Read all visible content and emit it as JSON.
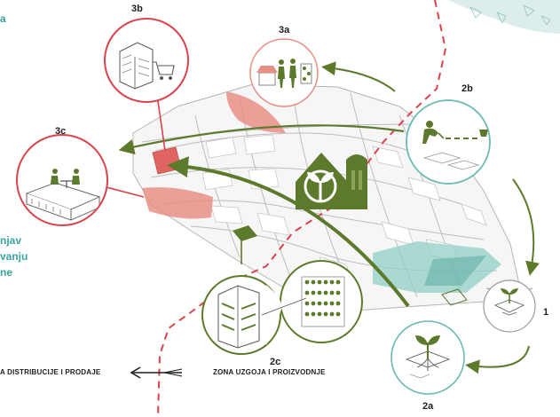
{
  "labels": {
    "l1": "1",
    "l2a": "2a",
    "l2b": "2b",
    "l2c": "2c",
    "l3a": "3a",
    "l3b": "3b",
    "l3c": "3c"
  },
  "side_text": {
    "letter": "a",
    "line1": "njav",
    "line2": "vanju",
    "line3": "ne"
  },
  "footer": {
    "left": "A DISTRIBUCIJE I PRODAJE",
    "right": "ZONA UZGOJA I PROIZVODNJE"
  },
  "colors": {
    "red": "#d9434b",
    "red_fill": "#e88f86",
    "green": "#5d7a2c",
    "green_dark": "#4e6a25",
    "teal": "#6bbab2",
    "teal_text": "#3aa5a0",
    "grey": "#9a9a9a"
  },
  "icons": {
    "center": "sprout-logo-icon",
    "n1": "seedling-hands-icon",
    "n2a": "plant-roots-icon",
    "n2b": "farmer-planting-icon",
    "n2c": "vertical-farm-icon",
    "n3a": "market-people-icon",
    "n3b": "store-cart-icon",
    "n3c": "cafe-table-icon"
  }
}
